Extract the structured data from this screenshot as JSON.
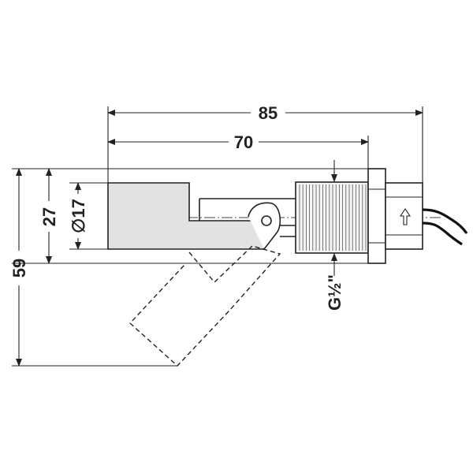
{
  "dimensions": {
    "overall_length": "85",
    "float_length": "70",
    "total_height": "59",
    "body_height": "27",
    "float_diameter": "∅17",
    "thread": "G½\""
  },
  "colors": {
    "float_fill": "#e2e2e2",
    "thread_fill": "#f4f4f4",
    "line": "#222222"
  }
}
